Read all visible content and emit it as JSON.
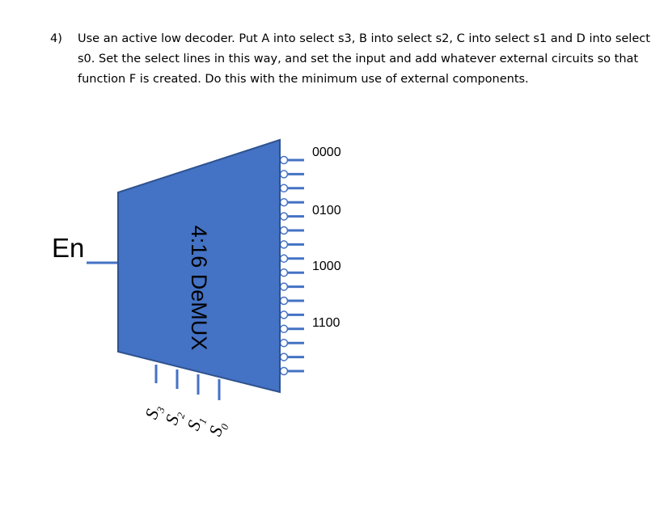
{
  "question": {
    "number": "4)",
    "line1": "Use an active low decoder. Put A into select s3, B into select s2, C into select s1 and D into select",
    "line2": "s0. Set the select lines in this way, and set the input and add whatever external circuits so that",
    "line3": "function F is created. Do this with the minimum use of external components."
  },
  "diagram": {
    "title": "4:16 DeMUX",
    "enable_label": "En",
    "output_codes": [
      "0000",
      "0100",
      "1000",
      "1100"
    ],
    "select_labels": [
      {
        "base": "S",
        "sub": "3"
      },
      {
        "base": "S",
        "sub": "2"
      },
      {
        "base": "S",
        "sub": "1"
      },
      {
        "base": "S",
        "sub": "0"
      }
    ],
    "output_count": 16,
    "colors": {
      "body_fill": "#4472c4",
      "body_stroke": "#2f528f",
      "wire": "#4472c4"
    }
  }
}
